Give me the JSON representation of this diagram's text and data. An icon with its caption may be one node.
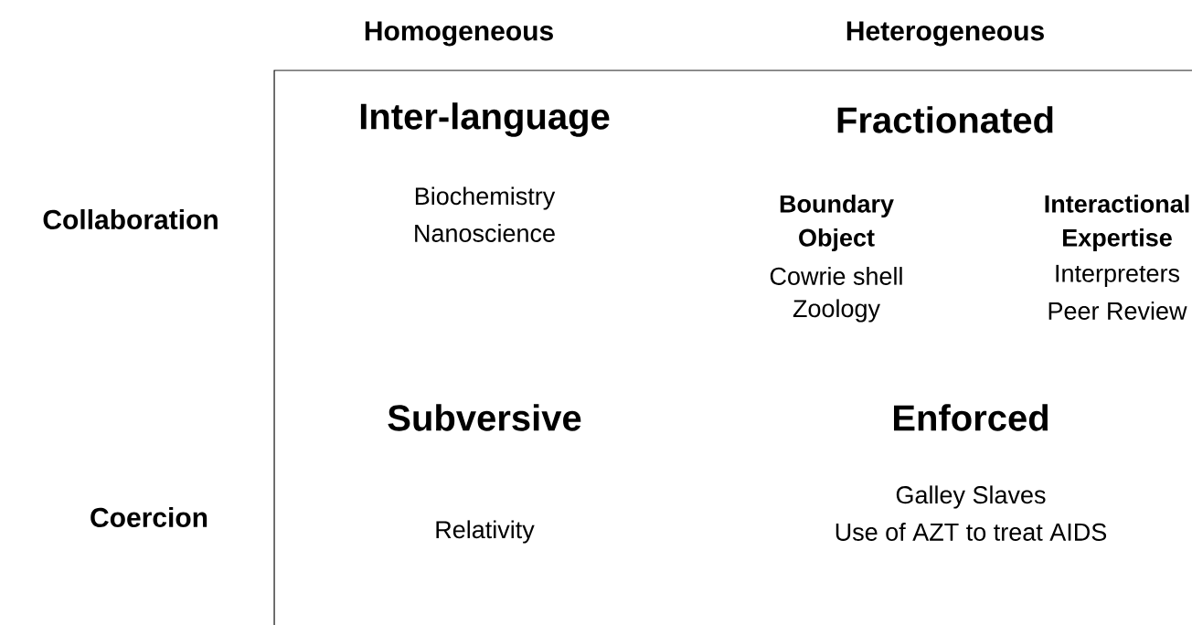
{
  "diagram": {
    "labels": [
      "Homogeneous",
      "Heterogeneous",
      "Inter-language",
      "Fractionated",
      "Collaboration",
      "Biochemistry",
      "Nanoscience",
      "Boundary Object",
      "Interactional Expertise",
      "Cowrie shell",
      "Interpreters",
      "Zoology",
      "Peer Review",
      "Subversive",
      "Enforced",
      "Coercion",
      "Relativity",
      "Galley Slaves",
      "Use of AZT to treat AIDS"
    ]
  }
}
